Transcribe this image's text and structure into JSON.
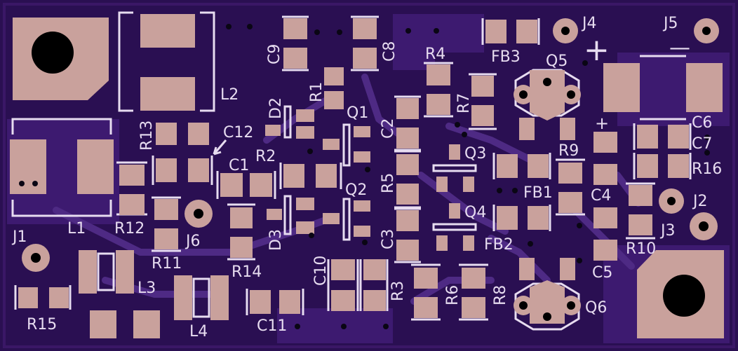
{
  "board": {
    "colors": {
      "background": "#2a0f52",
      "copper_pour": "#3d1a70",
      "trace": "#4e2a84",
      "pad": "#c9a19c",
      "silkscreen": "#e7dcf0",
      "hole": "#000000"
    },
    "labels": {
      "J1": "J1",
      "J2": "J2",
      "J3": "J3",
      "J4": "J4",
      "J5": "J5",
      "J6": "J6",
      "L1": "L1",
      "L2": "L2",
      "L3": "L3",
      "L4": "L4",
      "R1": "R1",
      "R2": "R2",
      "R3": "R3",
      "R4": "R4",
      "R5": "R5",
      "R6": "R6",
      "R7": "R7",
      "R8": "R8",
      "R9": "R9",
      "R10": "R10",
      "R11": "R11",
      "R12": "R12",
      "R13": "R13",
      "R14": "R14",
      "R15": "R15",
      "R16": "R16",
      "C1": "C1",
      "C2": "C2",
      "C3": "C3",
      "C4": "C4",
      "C5": "C5",
      "C6": "C6",
      "C7": "C7",
      "C8": "C8",
      "C9": "C9",
      "C10": "C10",
      "C11": "C11",
      "C12": "C12",
      "D2": "D2",
      "D3": "D3",
      "Q1": "Q1",
      "Q2": "Q2",
      "Q3": "Q3",
      "Q4": "Q4",
      "Q5": "Q5",
      "Q6": "Q6",
      "FB1": "FB1",
      "FB2": "FB2",
      "FB3": "FB3",
      "plus1": "+",
      "plus2": "+",
      "minus": "—"
    }
  }
}
